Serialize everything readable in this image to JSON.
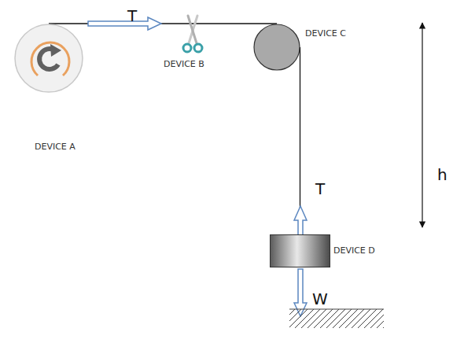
{
  "diagram": {
    "nodes": [
      {
        "text": [
          "DEVICE A"
        ]
      },
      {
        "text": [
          "DEVICE C"
        ]
      },
      {
        "text": [
          "DEVICE D"
        ]
      }
    ],
    "edges": [
      {
        "from": 0,
        "to": 1,
        "arrow": "none"
      },
      {
        "from": 1,
        "to": 2,
        "arrow": "none"
      }
    ],
    "labels": [
      "T",
      "DEVICE B",
      "T",
      "W",
      "h"
    ]
  }
}
